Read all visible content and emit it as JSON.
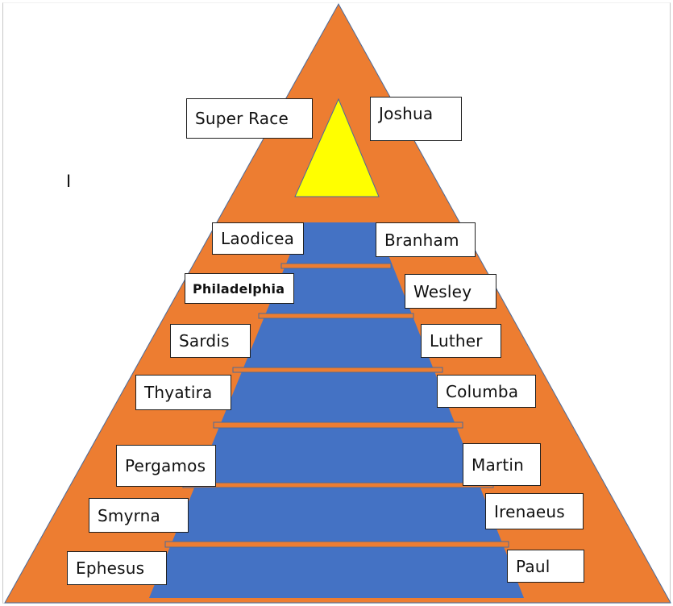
{
  "colors": {
    "outer_triangle": "#ED7D31",
    "inner_triangle": "#FFFF00",
    "trapezoid": "#4472C4",
    "bar_fill": "#ED7D31",
    "outline": "#4A6A9A"
  },
  "stray_text": "I",
  "apex": {
    "left_label": "Super Race",
    "right_label": "Joshua"
  },
  "levels": [
    {
      "church": "Laodicea",
      "messenger": "Branham",
      "church_bold": false
    },
    {
      "church": "Philadelphia",
      "messenger": "Wesley",
      "church_bold": true
    },
    {
      "church": "Sardis",
      "messenger": "Luther",
      "church_bold": false
    },
    {
      "church": "Thyatira",
      "messenger": "Columba",
      "church_bold": false
    },
    {
      "church": "Pergamos",
      "messenger": "Martin",
      "church_bold": false
    },
    {
      "church": "Smyrna",
      "messenger": "Irenaeus",
      "church_bold": false
    },
    {
      "church": "Ephesus",
      "messenger": "Paul",
      "church_bold": false
    }
  ]
}
